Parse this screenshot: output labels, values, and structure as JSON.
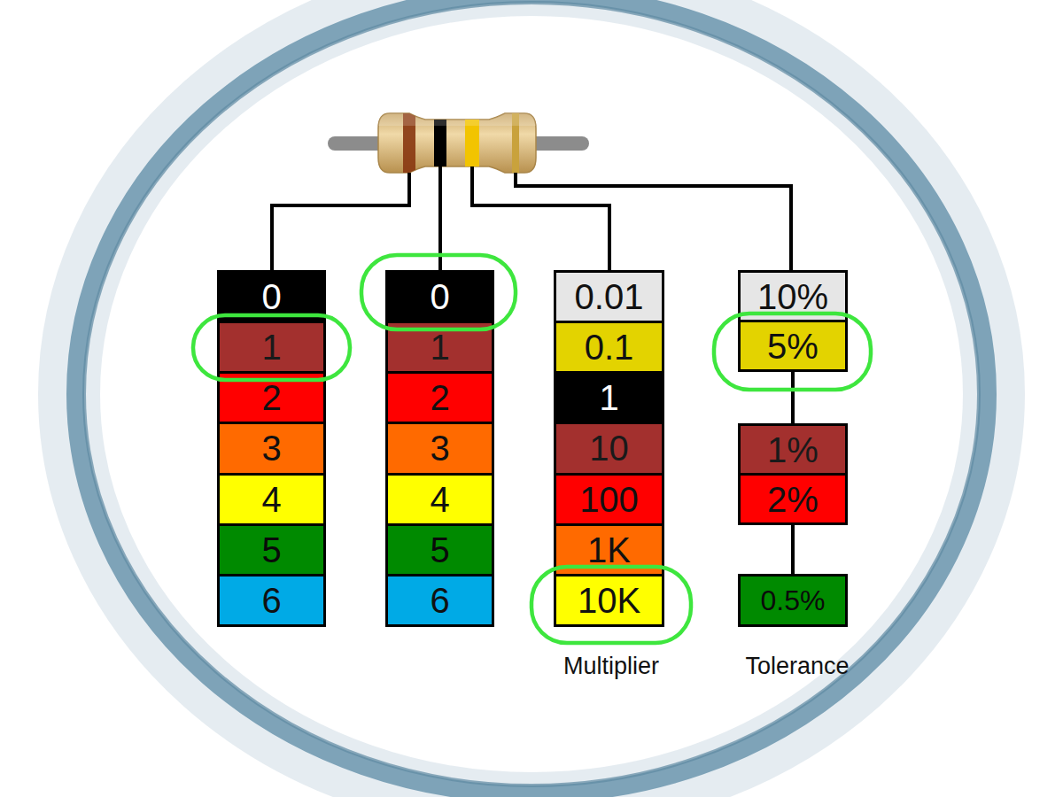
{
  "diagram": {
    "nodes": [
      {
        "text": [
          "0"
        ]
      },
      {
        "text": [
          "1"
        ]
      },
      {
        "text": [
          "2"
        ]
      },
      {
        "text": [
          "3"
        ]
      },
      {
        "text": [
          "4"
        ]
      },
      {
        "text": [
          "5"
        ]
      },
      {
        "text": [
          "6"
        ]
      },
      {
        "text": [
          "0"
        ]
      },
      {
        "text": [
          "1"
        ]
      },
      {
        "text": [
          "2"
        ]
      },
      {
        "text": [
          "3"
        ]
      },
      {
        "text": [
          "4"
        ]
      },
      {
        "text": [
          "5"
        ]
      },
      {
        "text": [
          "6"
        ]
      },
      {
        "text": [
          "0.01"
        ]
      },
      {
        "text": [
          "0.1"
        ]
      },
      {
        "text": [
          "1"
        ]
      },
      {
        "text": [
          "10"
        ]
      },
      {
        "text": [
          "100"
        ]
      },
      {
        "text": [
          "1K"
        ]
      },
      {
        "text": [
          "10K"
        ]
      },
      {
        "text": [
          "10%"
        ]
      },
      {
        "text": [
          "5%"
        ]
      },
      {
        "text": [
          "1%"
        ]
      },
      {
        "text": [
          "2%"
        ]
      },
      {
        "text": [
          "0.5%"
        ]
      }
    ],
    "edges": [
      {
        "from": 22,
        "to": 23,
        "arrow": "none"
      },
      {
        "from": 24,
        "to": 25,
        "arrow": "none"
      }
    ],
    "labels": [
      "Multiplier",
      "Tolerance"
    ]
  }
}
